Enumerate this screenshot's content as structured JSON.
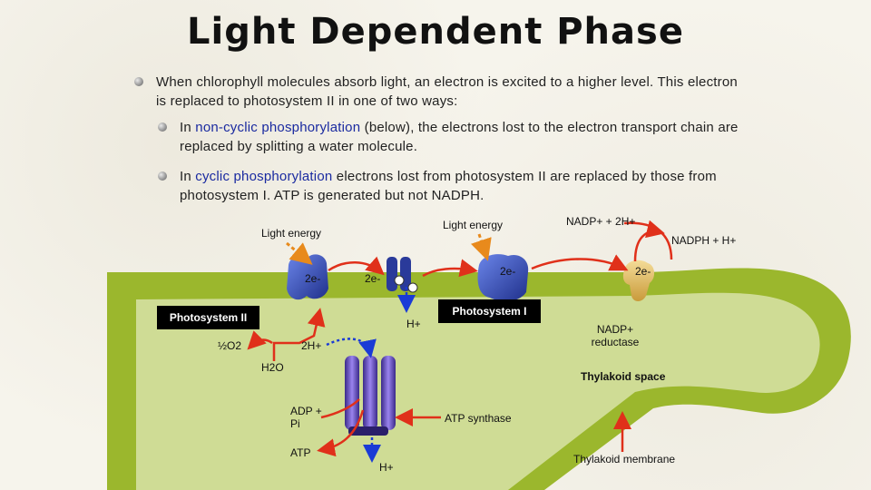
{
  "title": "Light Dependent Phase",
  "bullets": {
    "main": "When chlorophyll molecules absorb light, an electron is excited to a higher level. This electron is replaced to photosystem II in one of two ways:",
    "noncyclic": {
      "pre": "In ",
      "term": "non-cyclic phosphorylation",
      "post": " (below), the electrons lost to the electron transport chain are replaced by splitting a water molecule."
    },
    "cyclic": {
      "pre": "In ",
      "term": "cyclic phosphorylation",
      "post": " electrons lost from photosystem II are replaced by those from photosystem I. ATP is generated but not NADPH."
    }
  },
  "diagram": {
    "light_energy_left": "Light energy",
    "light_energy_right": "Light energy",
    "nadp_in": "NADP+ + 2H+",
    "nadph_out": "NADPH + H+",
    "e_ps2": "2e-",
    "e_mid": "2e-",
    "e_ps1": "2e-",
    "e_reductase": "2e-",
    "photosystem_ii": "Photosystem II",
    "photosystem_i": "Photosystem I",
    "h_plus_mid": "H+",
    "half_o2": "½O2",
    "two_h_plus": "2H+",
    "h2o": "H2O",
    "nadp_reductase": "NADP+ reductase",
    "thylakoid_space": "Thylakoid space",
    "adp_pi": "ADP + Pi",
    "atp": "ATP",
    "atp_synthase": "ATP synthase",
    "h_plus_bottom": "H+",
    "thylakoid_membrane": "Thylakoid membrane"
  },
  "colors": {
    "membrane": "#9bb72d",
    "lumen": "#c8d58c",
    "arrow_red": "#e0301a",
    "arrow_orange": "#e88a1c",
    "arrow_blue": "#1a3bd6",
    "protein_blue": "#3a52c8",
    "protein_purple": "#7a5fd0",
    "reductase": "#e8c46a"
  }
}
